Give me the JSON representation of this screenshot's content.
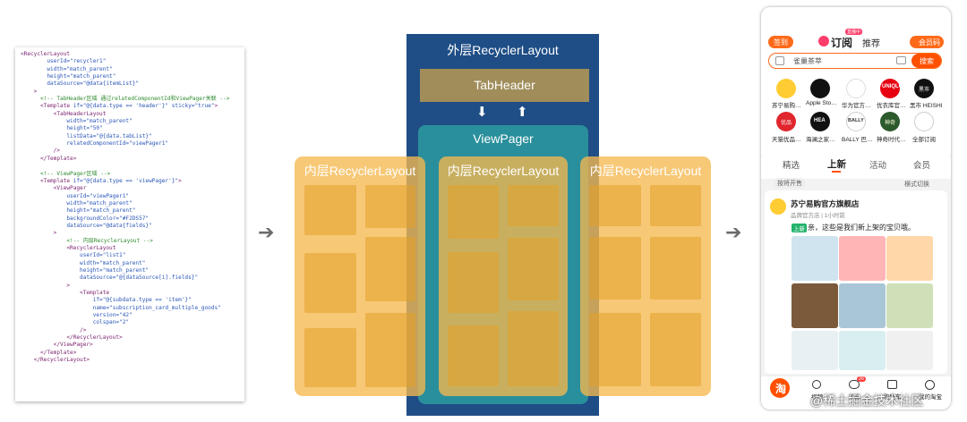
{
  "code_lines": [
    [
      {
        "t": "<RecyclerLayout",
        "c": "tg"
      }
    ],
    [
      {
        "t": "        userId=\"recycler1\"",
        "c": "at"
      }
    ],
    [
      {
        "t": "        width=\"match_parent\"",
        "c": "at"
      }
    ],
    [
      {
        "t": "        height=\"match_parent\"",
        "c": "at"
      }
    ],
    [
      {
        "t": "        dataSource=\"@data{itemList}\"",
        "c": "at"
      }
    ],
    [
      {
        "t": "    >",
        "c": "tg"
      }
    ],
    [
      {
        "t": "      <!-- TabHeader区域 通过relatedComponentId和ViewPager关联 -->",
        "c": "cm"
      }
    ],
    [
      {
        "t": "      <Template ",
        "c": "tg"
      },
      {
        "t": "if=\"@{data.type == 'header'}\" sticky=\"true\"",
        "c": "at"
      },
      {
        "t": ">",
        "c": "tg"
      }
    ],
    [
      {
        "t": "          <TabHeaderLayout",
        "c": "tg"
      }
    ],
    [
      {
        "t": "              width=\"match_parent\"",
        "c": "at"
      }
    ],
    [
      {
        "t": "              height=\"50\"",
        "c": "at"
      }
    ],
    [
      {
        "t": "              listData=\"@{data.tabList}\"",
        "c": "at"
      }
    ],
    [
      {
        "t": "              relatedComponentId=\"viewPager1\"",
        "c": "at"
      }
    ],
    [
      {
        "t": "          />",
        "c": "tg"
      }
    ],
    [
      {
        "t": "      </Template>",
        "c": "tg"
      }
    ],
    [
      {
        "t": "",
        "c": "tg"
      }
    ],
    [
      {
        "t": "      <!-- ViewPager区域 -->",
        "c": "cm"
      }
    ],
    [
      {
        "t": "      <Template ",
        "c": "tg"
      },
      {
        "t": "if=\"@{data.type == 'viewPager'}\"",
        "c": "at"
      },
      {
        "t": ">",
        "c": "tg"
      }
    ],
    [
      {
        "t": "          <ViewPager",
        "c": "tg"
      }
    ],
    [
      {
        "t": "              userId=\"viewPager1\"",
        "c": "at"
      }
    ],
    [
      {
        "t": "              width=\"match_parent\"",
        "c": "at"
      }
    ],
    [
      {
        "t": "              height=\"match_parent\"",
        "c": "at"
      }
    ],
    [
      {
        "t": "              backgroundColor=\"#F2DS57\"",
        "c": "at"
      }
    ],
    [
      {
        "t": "              dataSource=\"@data{fields}\"",
        "c": "at"
      }
    ],
    [
      {
        "t": "          >",
        "c": "tg"
      }
    ],
    [
      {
        "t": "              <!-- 内层RecyclerLayout -->",
        "c": "cm"
      }
    ],
    [
      {
        "t": "              <RecyclerLayout",
        "c": "tg"
      }
    ],
    [
      {
        "t": "                  userId=\"list1\"",
        "c": "at"
      }
    ],
    [
      {
        "t": "                  width=\"match_parent\"",
        "c": "at"
      }
    ],
    [
      {
        "t": "                  height=\"match_parent\"",
        "c": "at"
      }
    ],
    [
      {
        "t": "                  dataSource=\"@{dataSource[i].fields}\"",
        "c": "at"
      }
    ],
    [
      {
        "t": "              >",
        "c": "tg"
      }
    ],
    [
      {
        "t": "                  <Template",
        "c": "tg"
      }
    ],
    [
      {
        "t": "                      if=\"@{subdata.type == 'item'}\"",
        "c": "at"
      }
    ],
    [
      {
        "t": "                      name=\"subscription_card_multiple_goods\"",
        "c": "at"
      }
    ],
    [
      {
        "t": "                      version=\"42\"",
        "c": "at"
      }
    ],
    [
      {
        "t": "                      colspan=\"2\"",
        "c": "at"
      }
    ],
    [
      {
        "t": "                  />",
        "c": "tg"
      }
    ],
    [
      {
        "t": "              </RecyclerLayout>",
        "c": "tg"
      }
    ],
    [
      {
        "t": "          </ViewPager>",
        "c": "tg"
      }
    ],
    [
      {
        "t": "      </Template>",
        "c": "tg"
      }
    ],
    [
      {
        "t": "    </RecyclerLayout>",
        "c": "tg"
      }
    ]
  ],
  "diagram": {
    "outer_label": "外层RecyclerLayout",
    "tab_header_label": "TabHeader",
    "view_pager_label": "ViewPager",
    "inner_label": "内层RecyclerLayout",
    "arrow_down": "⬇",
    "arrow_up": "⬆"
  },
  "flow_arrow": "➔",
  "phone": {
    "signin": "签到",
    "tab_subscribe": "订阅",
    "tab_subscribe_badge": "直播中",
    "tab_recommend": "推荐",
    "member_code": "会员码",
    "search_placeholder": "雀巢茶萃",
    "search_button": "搜索",
    "shops_row1": [
      "苏宁易购…",
      "Apple Sto…",
      "华为官方…",
      "优衣库官…",
      "黑市 HEISHI"
    ],
    "shops_row2": [
      "天猫优品…",
      "海澜之家…",
      "BALLY 巴…",
      "神奇时代…",
      "全部订阅"
    ],
    "brand_logos": [
      "UNIQLO",
      "黑市",
      "优品",
      "HEA",
      "BALLY",
      "神奇"
    ],
    "feed_tabs": [
      "精选",
      "上新",
      "活动",
      "会员"
    ],
    "feed_active": "上新",
    "filter_left": "按将开售",
    "filter_right": "横式切换",
    "store_name": "苏宁易购官方旗舰店",
    "store_sub": "品牌官方店 | 1小时前",
    "post_badge": "上新",
    "post_text": "亲，这些是我们新上架的宝贝哦。",
    "bottom_nav": [
      "淘",
      "视频",
      "消息",
      "购物车",
      "我的淘宝"
    ],
    "bottom_badge": "26"
  },
  "colors": {
    "outer": "#1f4e86",
    "tab_header": "#a08d5a",
    "view_pager": "#2a8f9c",
    "inner": "#f5b950",
    "brand_orange": "#ff5000"
  },
  "watermark": "@稀土掘金技术社区"
}
